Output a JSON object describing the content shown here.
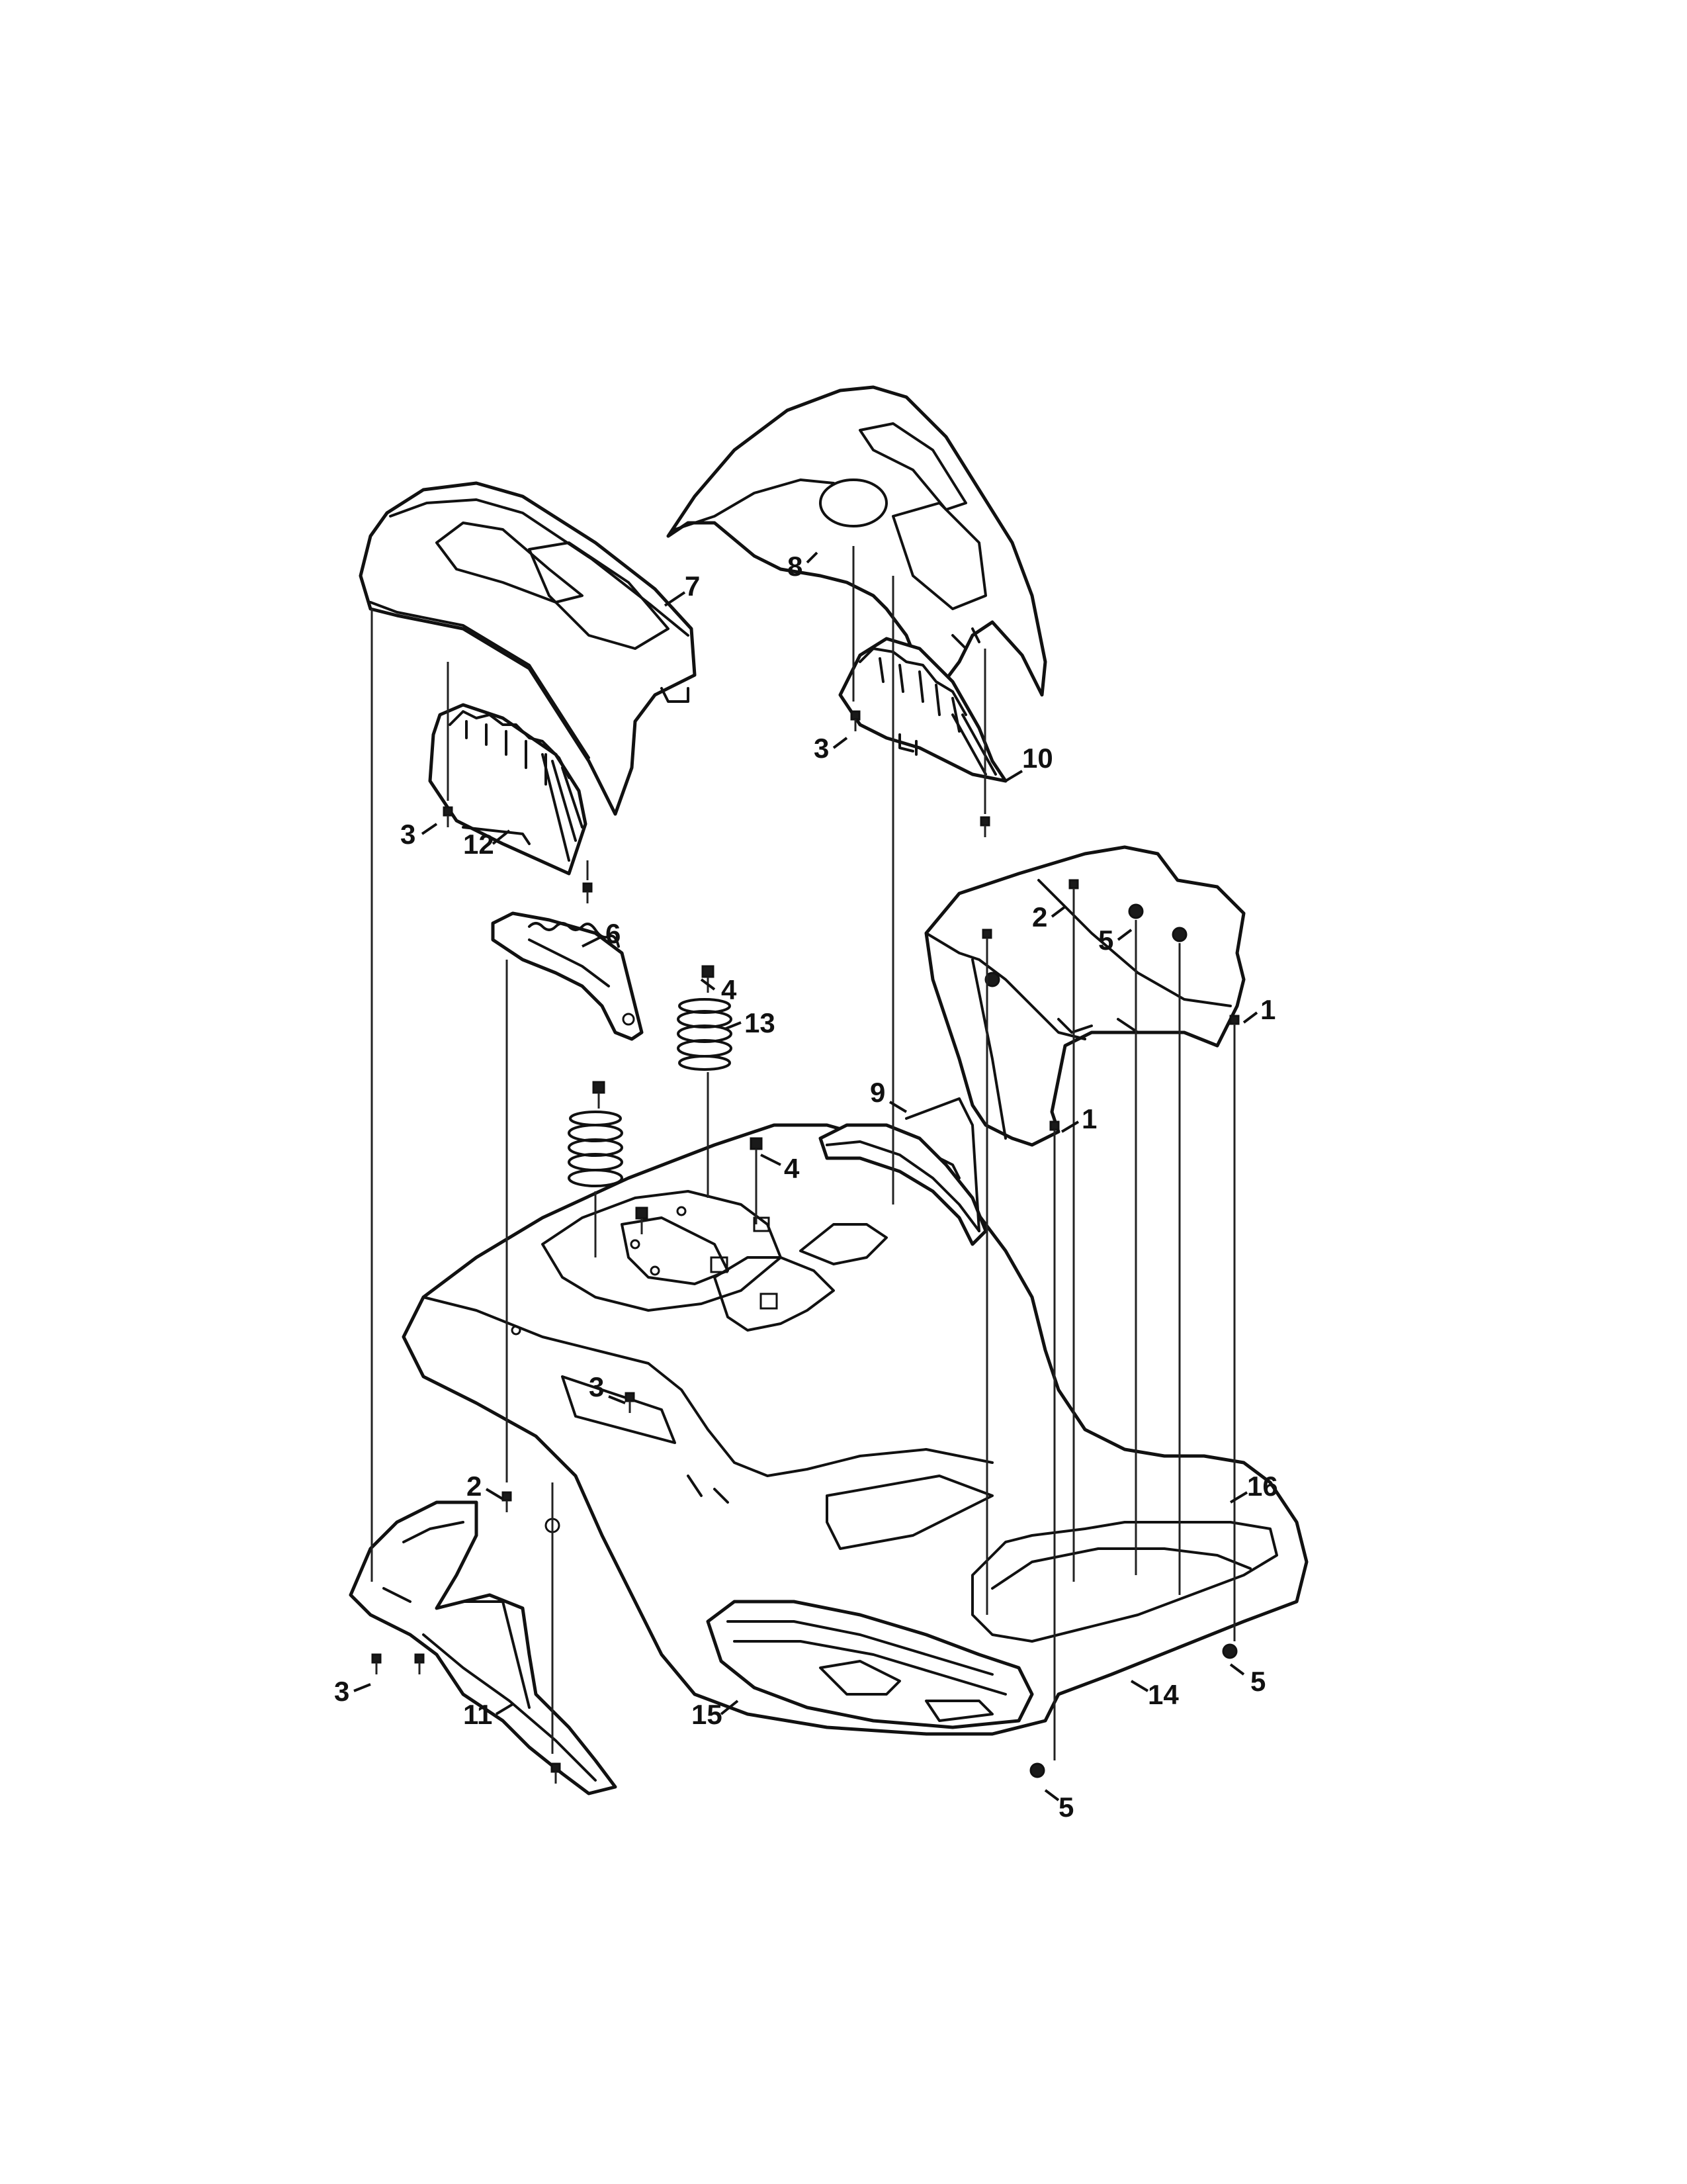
{
  "callouts": [
    {
      "id": "c7",
      "part": "7"
    },
    {
      "id": "c8",
      "part": "8"
    },
    {
      "id": "c3a",
      "part": "3"
    },
    {
      "id": "c10",
      "part": "10"
    },
    {
      "id": "c3b",
      "part": "3"
    },
    {
      "id": "c12",
      "part": "12"
    },
    {
      "id": "c6",
      "part": "6"
    },
    {
      "id": "c4a",
      "part": "4"
    },
    {
      "id": "c13",
      "part": "13"
    },
    {
      "id": "c2a",
      "part": "2"
    },
    {
      "id": "c5a",
      "part": "5"
    },
    {
      "id": "c1a",
      "part": "1"
    },
    {
      "id": "c1b",
      "part": "1"
    },
    {
      "id": "c9",
      "part": "9"
    },
    {
      "id": "c4b",
      "part": "4"
    },
    {
      "id": "c3c",
      "part": "3"
    },
    {
      "id": "c2b",
      "part": "2"
    },
    {
      "id": "c16",
      "part": "16"
    },
    {
      "id": "c3d",
      "part": "3"
    },
    {
      "id": "c11",
      "part": "11"
    },
    {
      "id": "c15",
      "part": "15"
    },
    {
      "id": "c14",
      "part": "14"
    },
    {
      "id": "c5b",
      "part": "5"
    },
    {
      "id": "c5c",
      "part": "5"
    }
  ]
}
